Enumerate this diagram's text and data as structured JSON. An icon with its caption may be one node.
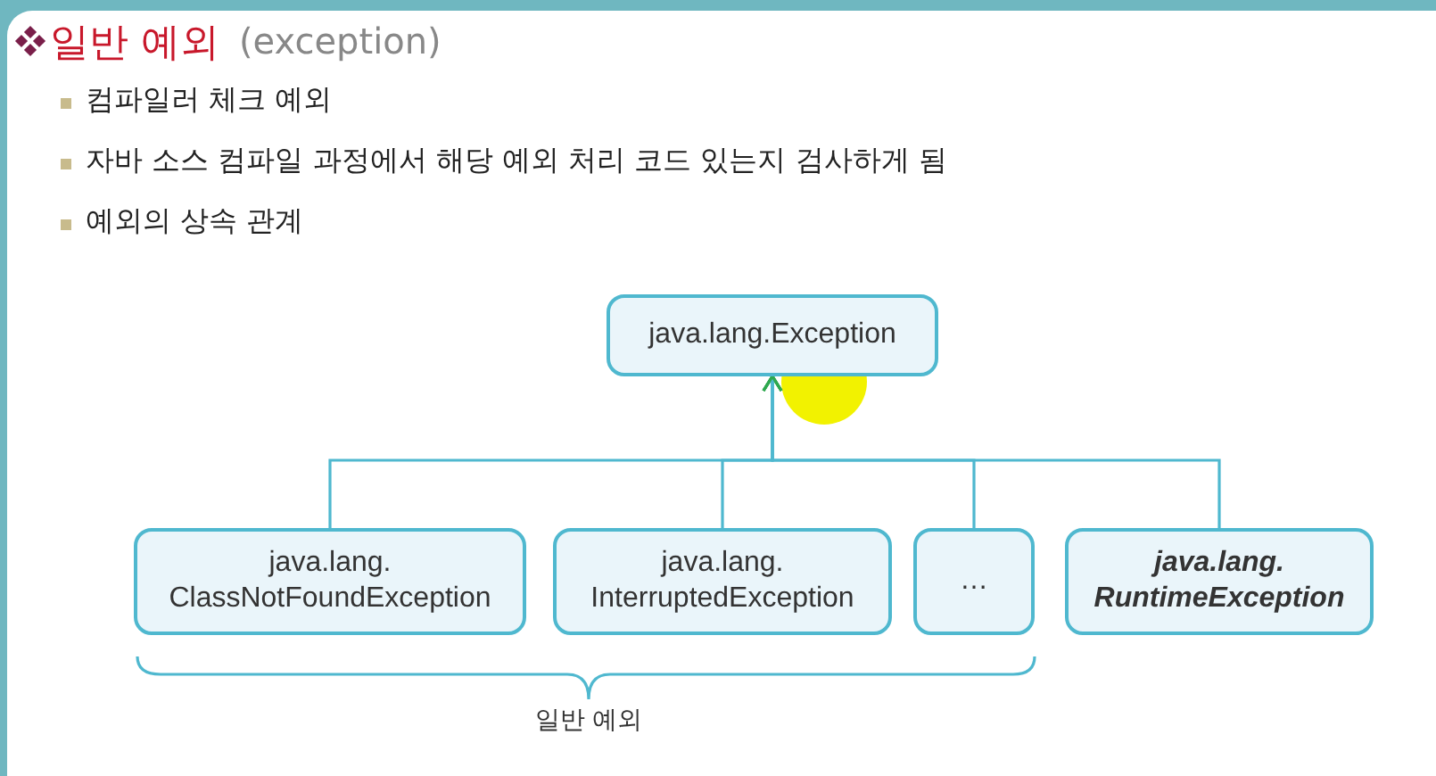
{
  "diagram": {
    "title": "일반 예외",
    "nodes": [
      {
        "text": [
          "java.lang.Exception"
        ]
      },
      {
        "text": [
          "java.lang. ClassNotFoundException"
        ]
      },
      {
        "text": [
          "java.lang. InterruptedException"
        ]
      },
      {
        "text": [
          "…"
        ]
      },
      {
        "text": [
          "java.lang. RuntimeException"
        ]
      }
    ],
    "edges": [
      {
        "from": 1,
        "to": 0,
        "arrow": "to"
      },
      {
        "from": 2,
        "to": 0,
        "arrow": "to"
      },
      {
        "from": 3,
        "to": 0,
        "arrow": "to"
      },
      {
        "from": 4,
        "to": 0,
        "arrow": "to"
      }
    ],
    "labels": [
      "(exception)",
      "컴파일러 체크 예외",
      "자바 소스 컴파일 과정에서 해당 예외 처리 코드 있는지 검사하게 됨",
      "예외의 상속 관계",
      "일반 예외"
    ]
  }
}
